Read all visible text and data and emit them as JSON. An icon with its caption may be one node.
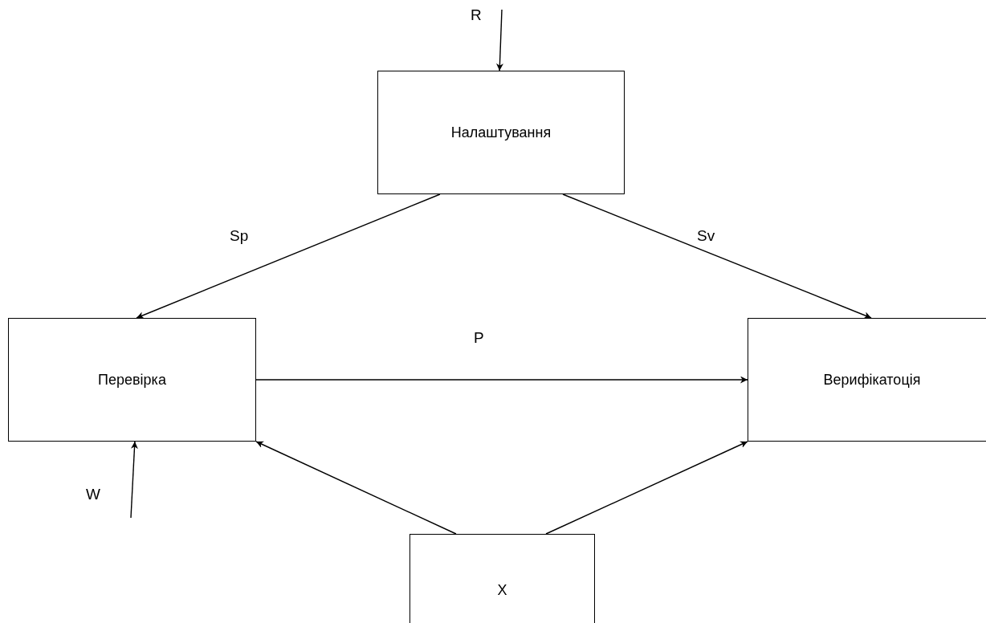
{
  "diagram": {
    "nodes": [
      {
        "text": [
          "Налаштування"
        ]
      },
      {
        "text": [
          "Перевірка"
        ]
      },
      {
        "text": [
          "Верифікатоція"
        ]
      },
      {
        "text": [
          "X"
        ]
      }
    ],
    "edges": [
      {
        "from": null,
        "to": 0,
        "arrow": "to",
        "label": "R"
      },
      {
        "from": 0,
        "to": 1,
        "arrow": "to",
        "label": "Sp"
      },
      {
        "from": 0,
        "to": 2,
        "arrow": "to",
        "label": "Sv"
      },
      {
        "from": 1,
        "to": 2,
        "arrow": "to",
        "label": "P"
      },
      {
        "from": null,
        "to": 1,
        "arrow": "to",
        "label": "W"
      },
      {
        "from": 3,
        "to": 1,
        "arrow": "to"
      },
      {
        "from": 3,
        "to": 2,
        "arrow": "to"
      }
    ]
  }
}
